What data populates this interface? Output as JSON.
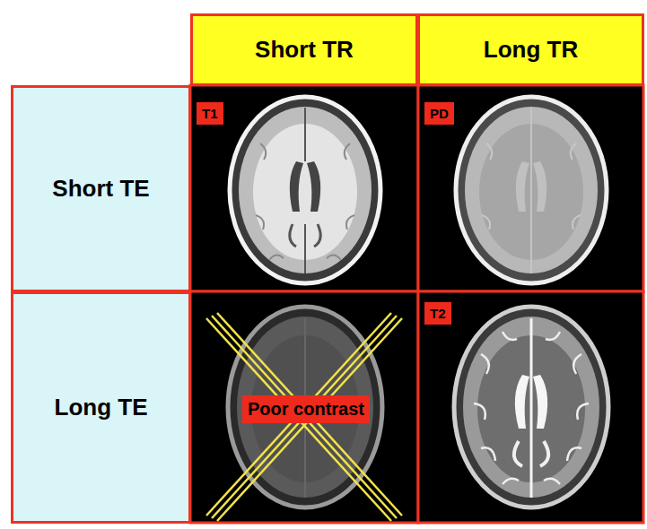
{
  "diagram": {
    "nodes": [
      {
        "text": [
          "Short TR"
        ]
      },
      {
        "text": [
          "Long TR"
        ]
      },
      {
        "text": [
          "Short TE"
        ]
      },
      {
        "text": [
          "T1"
        ]
      },
      {
        "text": [
          "PD"
        ]
      },
      {
        "text": [
          "Long TE"
        ]
      },
      {
        "text": [
          "Poor contrast"
        ]
      },
      {
        "text": [
          "T2"
        ]
      }
    ]
  }
}
